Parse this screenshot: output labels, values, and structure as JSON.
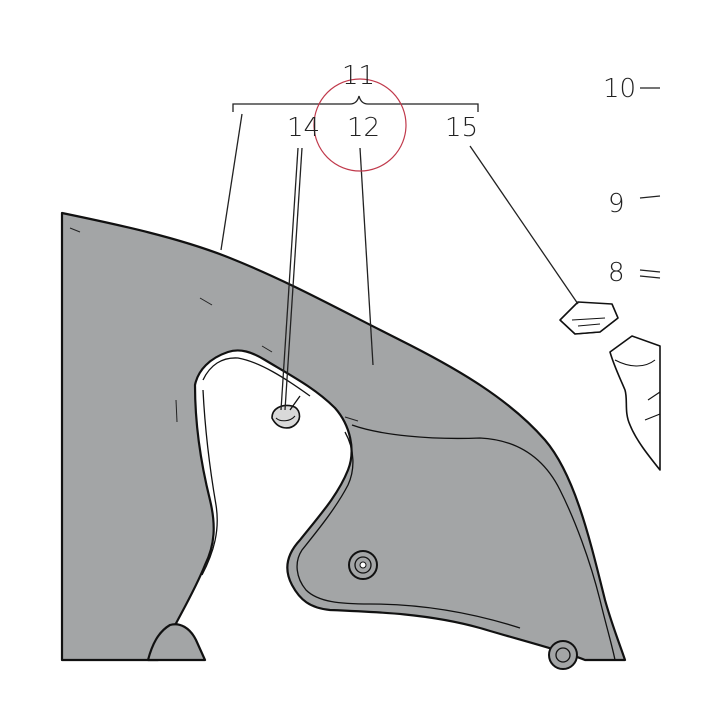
{
  "callouts": {
    "group": "11",
    "left": "14",
    "middle": "12",
    "right": "15",
    "side_10": "10",
    "side_9": "9",
    "side_8": "8"
  },
  "highlight_color": "#c0394b",
  "part_color": "#a3a5a6"
}
